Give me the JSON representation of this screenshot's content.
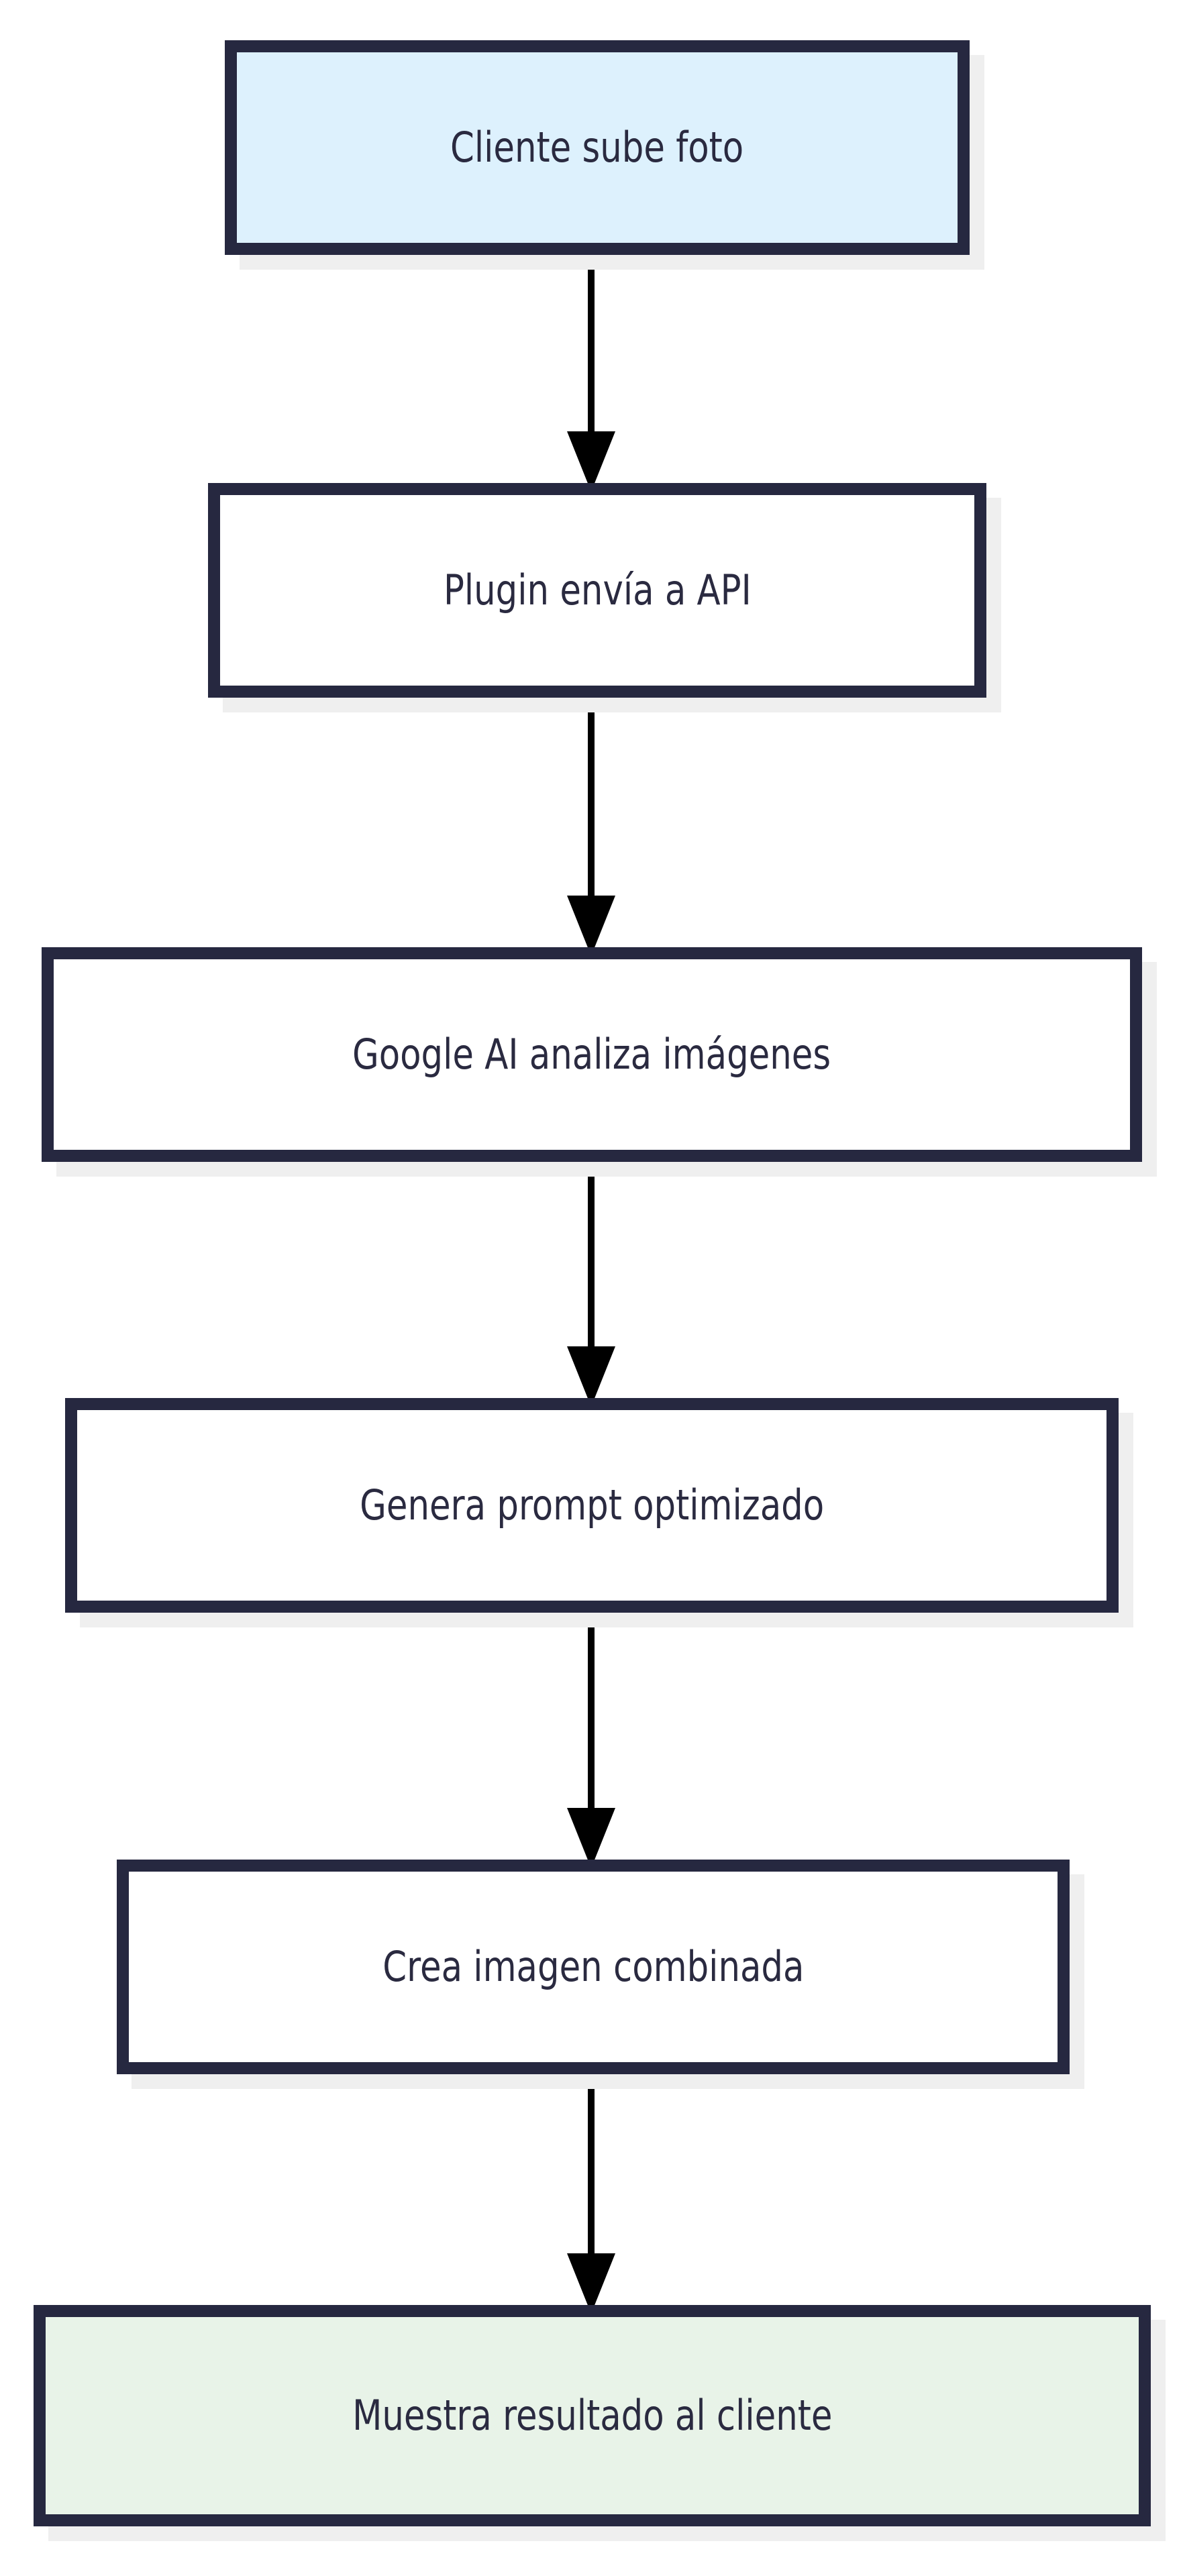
{
  "diagram": {
    "type": "flowchart",
    "direction": "top-down",
    "title": "",
    "background_color": "#ffffff",
    "node_border_color": "#262840",
    "node_text_color": "#2a2a40",
    "node_shadow_color": "#efefef",
    "edge_color": "#000000",
    "nodes": [
      {
        "id": "n0",
        "label": "Cliente sube foto",
        "shape": "rectangle",
        "fill": "#ddf1fd",
        "role": "start"
      },
      {
        "id": "n1",
        "label": "Plugin envía a API",
        "shape": "rectangle",
        "fill": "#ffffff",
        "role": "process"
      },
      {
        "id": "n2",
        "label": "Google AI analiza imágenes",
        "shape": "rectangle",
        "fill": "#ffffff",
        "role": "process"
      },
      {
        "id": "n3",
        "label": "Genera prompt optimizado",
        "shape": "rectangle",
        "fill": "#ffffff",
        "role": "process"
      },
      {
        "id": "n4",
        "label": "Crea imagen combinada",
        "shape": "rectangle",
        "fill": "#ffffff",
        "role": "process"
      },
      {
        "id": "n5",
        "label": "Muestra resultado al cliente",
        "shape": "rectangle",
        "fill": "#e8f3e8",
        "role": "end"
      }
    ],
    "edges": [
      {
        "from": "n0",
        "to": "n1",
        "label": "",
        "arrowhead": "solid-triangle"
      },
      {
        "from": "n1",
        "to": "n2",
        "label": "",
        "arrowhead": "solid-triangle"
      },
      {
        "from": "n2",
        "to": "n3",
        "label": "",
        "arrowhead": "solid-triangle"
      },
      {
        "from": "n3",
        "to": "n4",
        "label": "",
        "arrowhead": "solid-triangle"
      },
      {
        "from": "n4",
        "to": "n5",
        "label": "",
        "arrowhead": "solid-triangle"
      }
    ]
  }
}
